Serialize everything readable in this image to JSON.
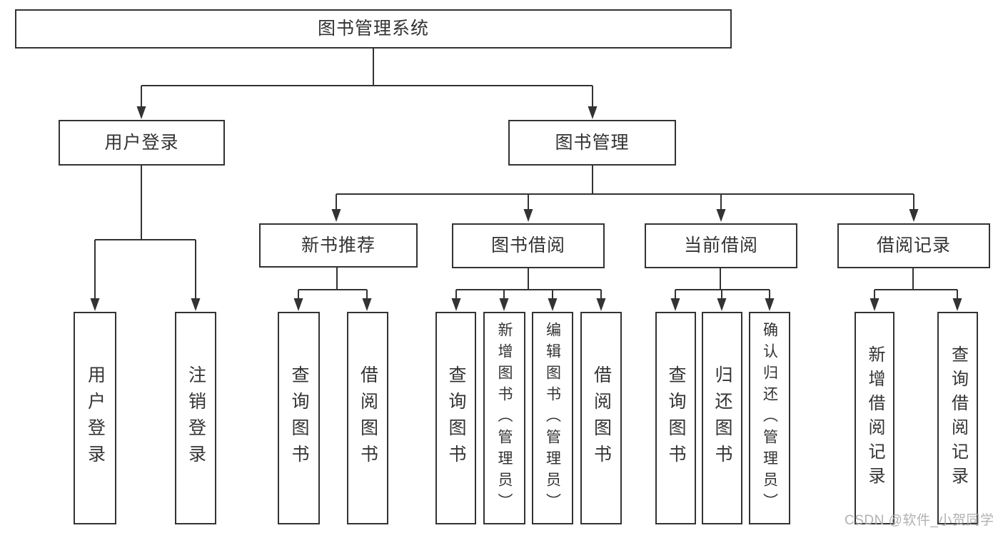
{
  "tree": {
    "root": "图书管理系统",
    "level2": [
      "用户登录",
      "图书管理"
    ],
    "level3": [
      "新书推荐",
      "图书借阅",
      "当前借阅",
      "借阅记录"
    ],
    "leaves_login": [
      "用户登录",
      "注销登录"
    ],
    "leaves_recommend": [
      "查询图书",
      "借阅图书"
    ],
    "leaves_borrow": [
      "查询图书",
      "新增图书（管理员）",
      "编辑图书（管理员）",
      "借阅图书"
    ],
    "leaves_current": [
      "查询图书",
      "归还图书",
      "确认归还（管理员）"
    ],
    "leaves_records": [
      "新增借阅记录",
      "查询借阅记录"
    ]
  },
  "watermark": "CSDN @软件_小贺同学",
  "colors": {
    "line": "#333333",
    "box_border": "#333333",
    "text": "#333333",
    "watermark": "#acaaaa",
    "background": "#ffffff"
  }
}
